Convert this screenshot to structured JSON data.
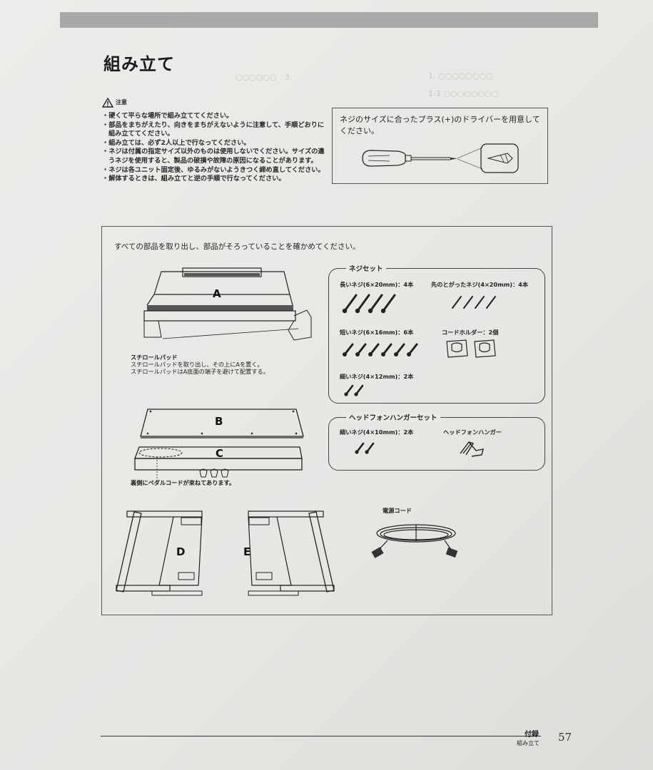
{
  "page": {
    "title": "組み立て",
    "caution": {
      "label": "注意",
      "items": [
        "硬くて平らな場所で組み立ててください。",
        "部品をまちがえたり、向きをまちがえないように注意して、手順どおりに組み立ててください。",
        "組み立ては、必ず2人以上で行なってください。",
        "ネジは付属の指定サイズ以外のものは使用しないでください。サイズの違うネジを使用すると、製品の破損や故障の原因になることがあります。",
        "ネジは各ユニット固定後、ゆるみがないようきつく締め直してください。",
        "解体するときは、組み立てと逆の手順で行なってください。"
      ]
    },
    "driver_note": "ネジのサイズに合ったプラス(+)のドライバーを用意してください。",
    "parts": {
      "intro": "すべての部品を取り出し、部品がそろっていることを確かめてください。",
      "labels": {
        "a": "A",
        "b": "B",
        "c": "C",
        "d": "D",
        "e": "E"
      },
      "styrofoam": {
        "title": "スチロールパッド",
        "line1": "スチロールパッドを取り出し、その上にAを置く。",
        "line2": "スチロールパッドはA底面の端子を避けて配置する。"
      },
      "pedal_note": "裏側にペダルコードが束ねてあります。",
      "screw_set": {
        "title": "ネジセット",
        "long_screw": "長いネジ(6×20mm)：4本",
        "pointed_screw": "先のとがったネジ(4×20mm)：4本",
        "short_screw": "短いネジ(6×16mm)：6本",
        "cord_holder": "コードホルダー：2個",
        "thin_screw": "細いネジ(4×12mm)：2本"
      },
      "headphone_set": {
        "title": "ヘッドフォンハンガーセット",
        "thin_screw": "細いネジ(4×10mm)：2本",
        "hanger": "ヘッドフォンハンガー"
      },
      "power_cord": "電源コード"
    },
    "footer": {
      "section": "付録",
      "subsection": "組み立て",
      "page_number": "57"
    }
  }
}
